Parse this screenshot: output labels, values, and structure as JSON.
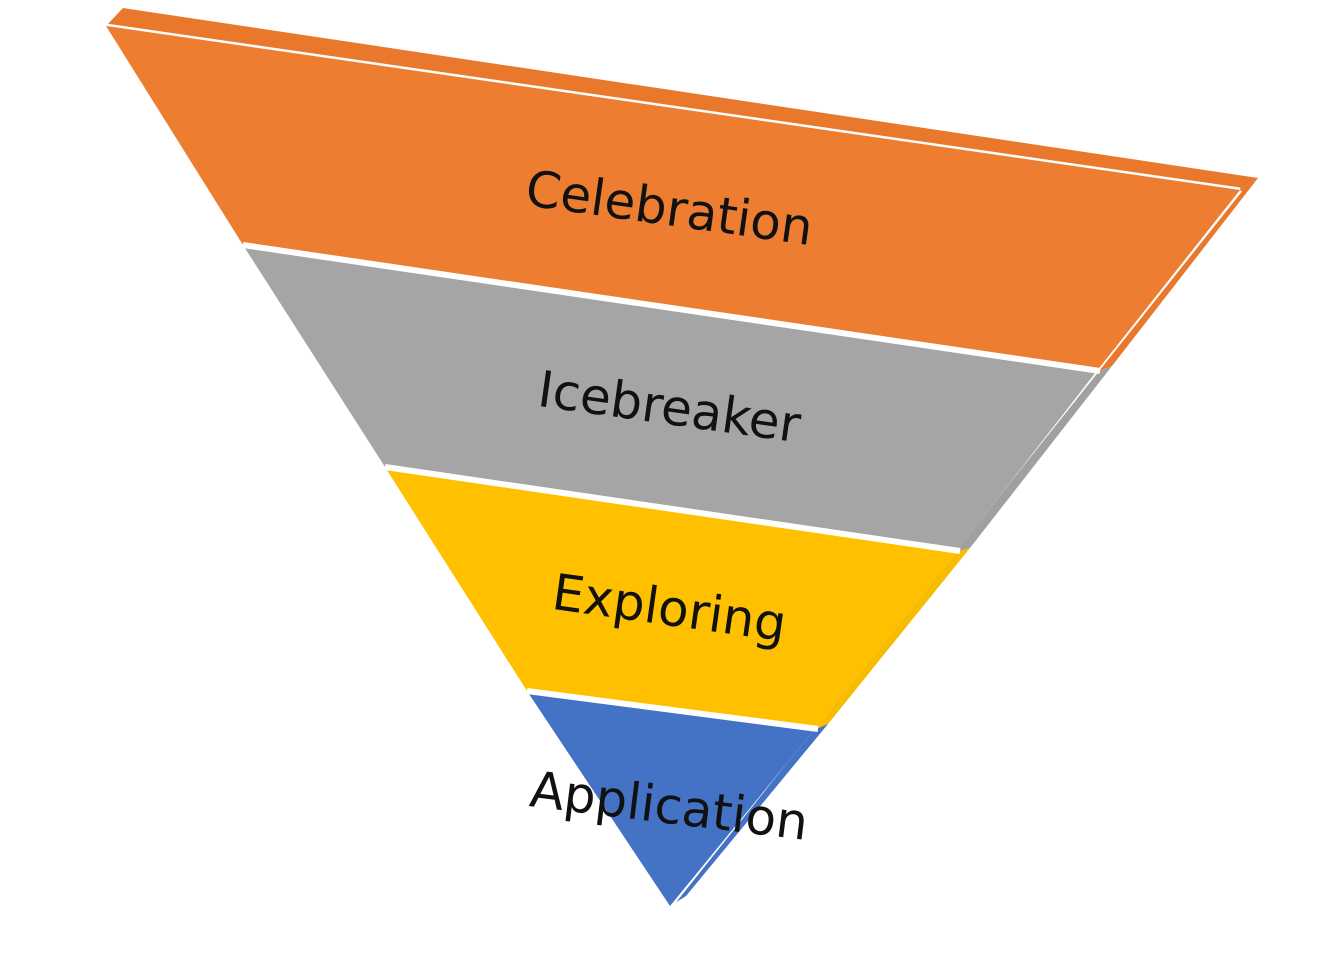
{
  "diagram": {
    "type": "inverted-pyramid",
    "layers": [
      {
        "label": "Celebration",
        "color": "#ED7D31",
        "side_color": "#E9782C"
      },
      {
        "label": "Icebreaker",
        "color": "#A5A5A5",
        "side_color": "#A0A0A0"
      },
      {
        "label": "Exploring",
        "color": "#FFC000",
        "side_color": "#F5BC00"
      },
      {
        "label": "Application",
        "color": "#4472C4",
        "side_color": "#4472C4"
      }
    ],
    "separator_color": "#FFFFFF"
  }
}
